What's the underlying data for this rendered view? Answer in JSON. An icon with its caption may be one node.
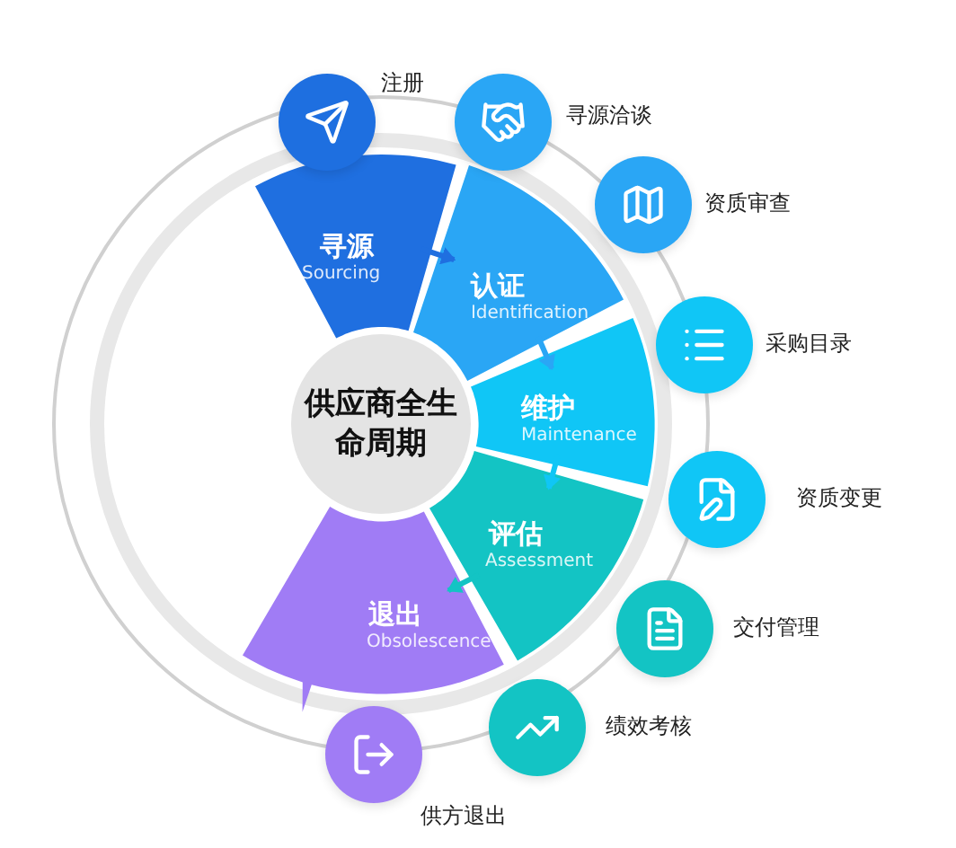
{
  "diagram": {
    "nodes": [
      {
        "text": [
          "供应商全生命周期"
        ]
      },
      {
        "text": [
          "寻源",
          "Sourcing"
        ]
      },
      {
        "text": [
          "认证",
          "Identification"
        ]
      },
      {
        "text": [
          "维护",
          "Maintenance"
        ]
      },
      {
        "text": [
          "评估",
          "Assessment"
        ]
      },
      {
        "text": [
          "退出",
          "Obsolescence"
        ]
      },
      {
        "text": [
          "注册"
        ]
      },
      {
        "text": [
          "寻源洽谈"
        ]
      },
      {
        "text": [
          "资质审查"
        ]
      },
      {
        "text": [
          "采购目录"
        ]
      },
      {
        "text": [
          "资质变更"
        ]
      },
      {
        "text": [
          "交付管理"
        ]
      },
      {
        "text": [
          "绩效考核"
        ]
      },
      {
        "text": [
          "供方退出"
        ]
      }
    ],
    "edges": [
      {
        "from": 1,
        "to": 2,
        "arrow": "to"
      },
      {
        "from": 2,
        "to": 3,
        "arrow": "to"
      },
      {
        "from": 3,
        "to": 4,
        "arrow": "to"
      },
      {
        "from": 4,
        "to": 5,
        "arrow": "to"
      }
    ]
  }
}
